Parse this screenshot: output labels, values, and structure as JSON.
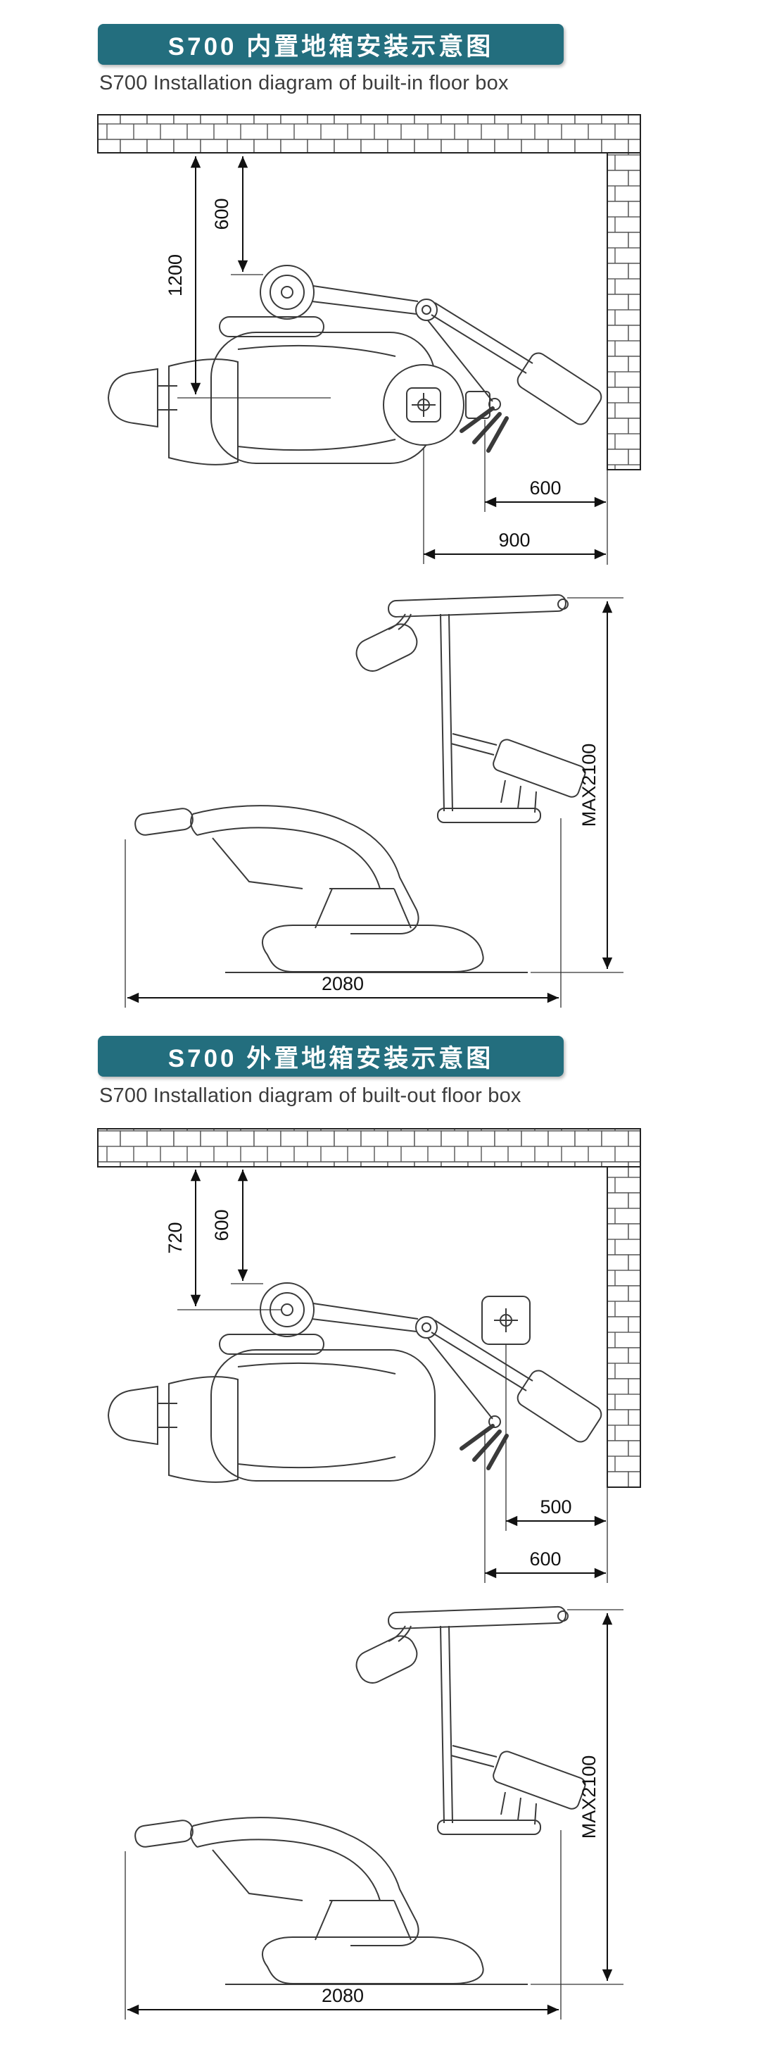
{
  "banner_color": "#236e7e",
  "drawing": {
    "stroke_color": "#3a3a3a",
    "dim_color": "#111111"
  },
  "sections": [
    {
      "id": "built-in",
      "title_zh": "S700 内置地箱安装示意图",
      "title_en": "S700 Installation diagram of built-in floor box",
      "top_view": {
        "dim_left_outer": "1200",
        "dim_left_inner": "600",
        "dim_bottom_upper": "600",
        "dim_bottom_lower": "900"
      },
      "side_view": {
        "dim_max_height": "MAX2100",
        "dim_overall_length": "2080"
      }
    },
    {
      "id": "built-out",
      "title_zh": "S700 外置地箱安装示意图",
      "title_en": "S700 Installation diagram of built-out floor box",
      "top_view": {
        "dim_left_outer": "720",
        "dim_left_inner": "600",
        "dim_bottom_upper": "500",
        "dim_bottom_lower": "600"
      },
      "side_view": {
        "dim_max_height": "MAX2100",
        "dim_overall_length": "2080"
      }
    }
  ]
}
